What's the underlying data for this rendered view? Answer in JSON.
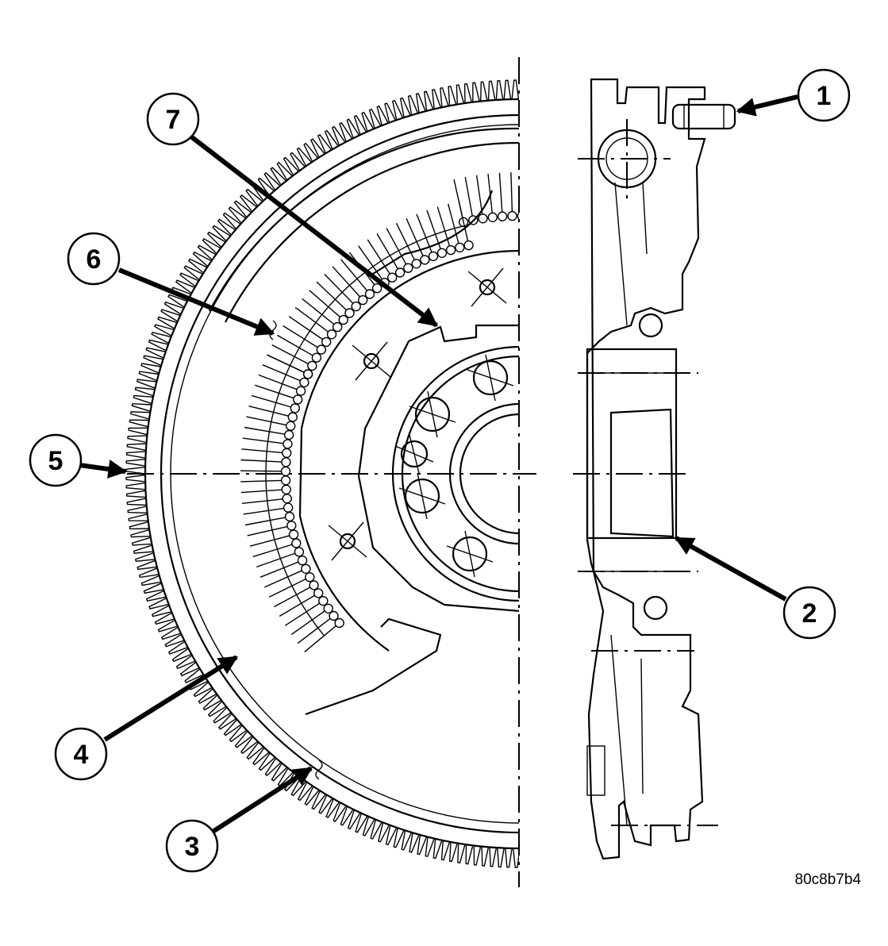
{
  "callouts": [
    {
      "label": "1"
    },
    {
      "label": "2"
    },
    {
      "label": "3"
    },
    {
      "label": "4"
    },
    {
      "label": "5"
    },
    {
      "label": "6"
    },
    {
      "label": "7"
    }
  ],
  "figure_code": "80c8b7b4"
}
